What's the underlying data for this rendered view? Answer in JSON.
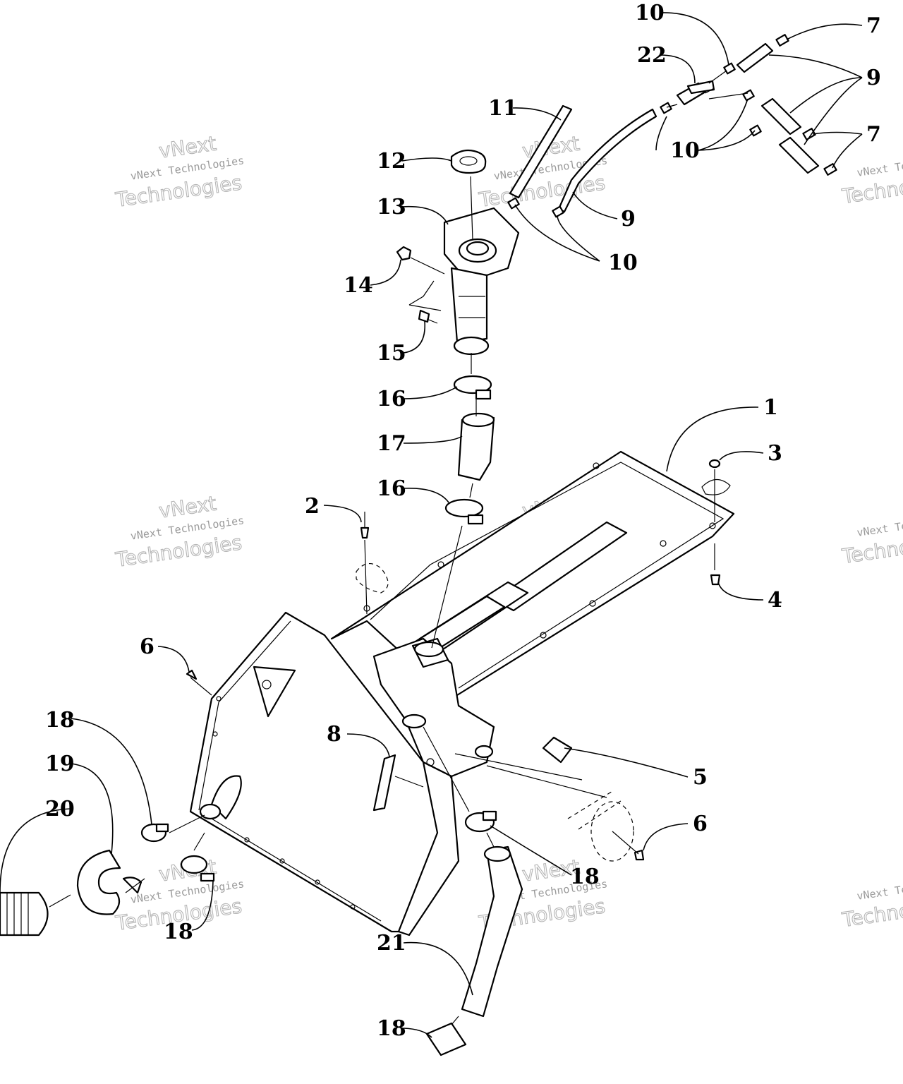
{
  "callouts": [
    {
      "id": "1",
      "label": "1"
    },
    {
      "id": "2",
      "label": "2"
    },
    {
      "id": "3",
      "label": "3"
    },
    {
      "id": "4",
      "label": "4"
    },
    {
      "id": "5",
      "label": "5"
    },
    {
      "id": "6a",
      "label": "6"
    },
    {
      "id": "6b",
      "label": "6"
    },
    {
      "id": "7a",
      "label": "7"
    },
    {
      "id": "7b",
      "label": "7"
    },
    {
      "id": "8",
      "label": "8"
    },
    {
      "id": "9a",
      "label": "9"
    },
    {
      "id": "9b",
      "label": "9"
    },
    {
      "id": "10a",
      "label": "10"
    },
    {
      "id": "10b",
      "label": "10"
    },
    {
      "id": "10c",
      "label": "10"
    },
    {
      "id": "11",
      "label": "11"
    },
    {
      "id": "12",
      "label": "12"
    },
    {
      "id": "13",
      "label": "13"
    },
    {
      "id": "14",
      "label": "14"
    },
    {
      "id": "15",
      "label": "15"
    },
    {
      "id": "16a",
      "label": "16"
    },
    {
      "id": "16b",
      "label": "16"
    },
    {
      "id": "17",
      "label": "17"
    },
    {
      "id": "18a",
      "label": "18"
    },
    {
      "id": "18b",
      "label": "18"
    },
    {
      "id": "18c",
      "label": "18"
    },
    {
      "id": "18d",
      "label": "18"
    },
    {
      "id": "19",
      "label": "19"
    },
    {
      "id": "20",
      "label": "20"
    },
    {
      "id": "21",
      "label": "21"
    },
    {
      "id": "22",
      "label": "22"
    }
  ],
  "watermark": {
    "line1": "vNext Technologies",
    "line2": "Technologies",
    "logo": "vNext"
  },
  "colors": {
    "line": "#000000",
    "background": "#ffffff",
    "watermark": "#9a9a9a"
  }
}
